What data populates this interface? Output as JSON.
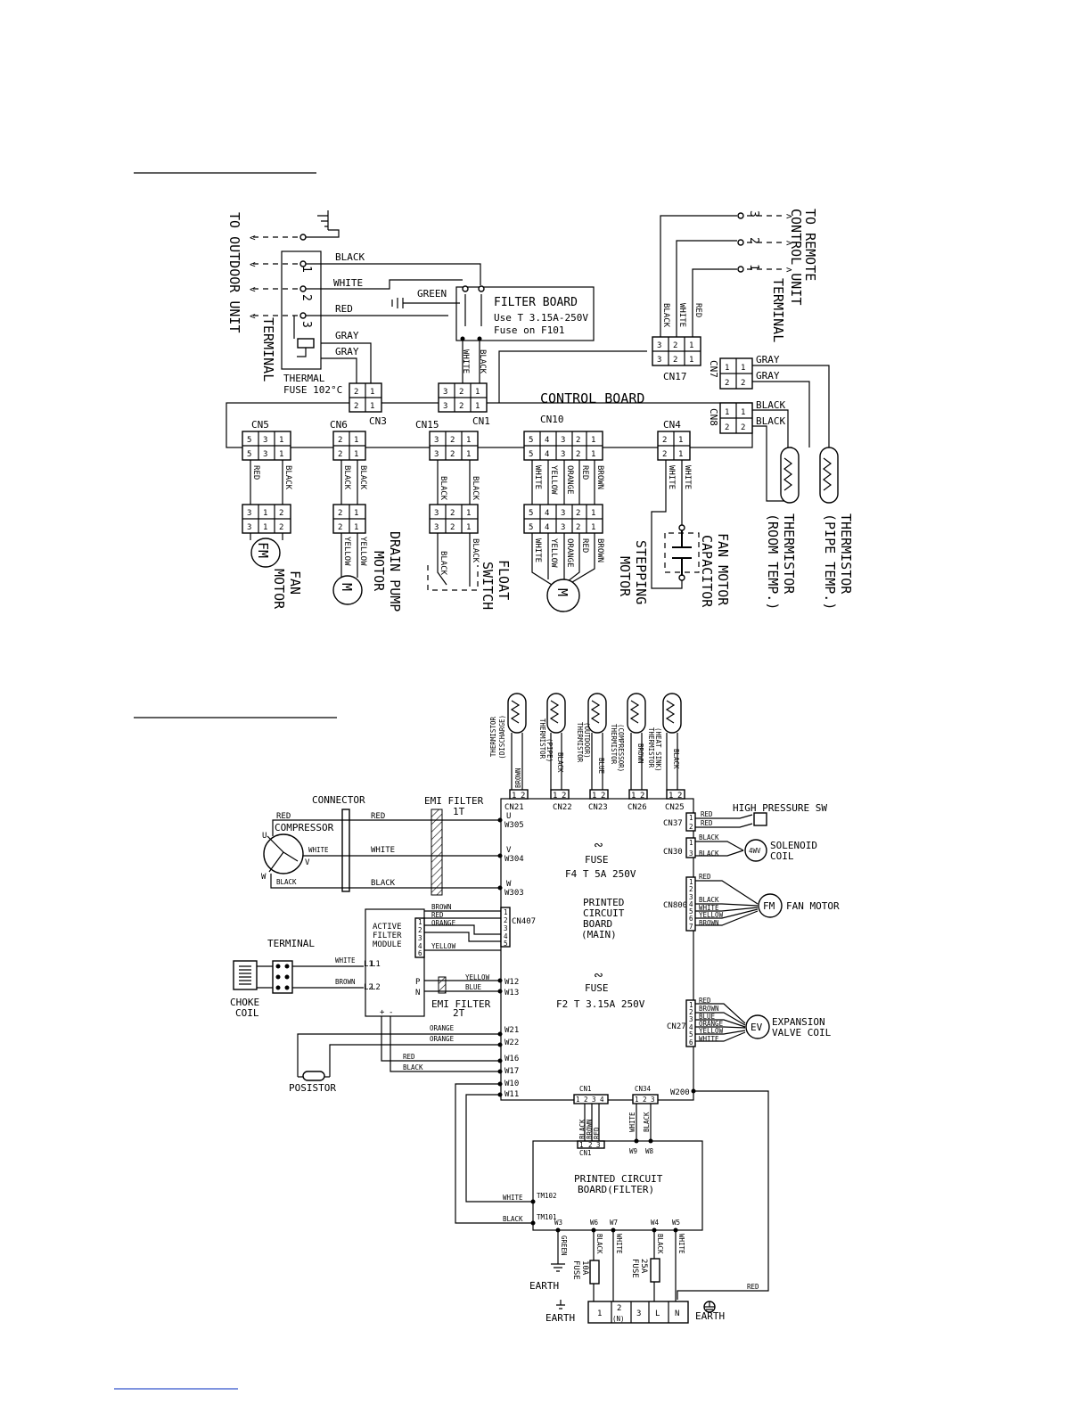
{
  "indoor": {
    "outdoor_terminal": "TO OUTDOOR UNIT",
    "terminal": "TERMINAL",
    "remote_terminal_1": "TO REMOTE",
    "remote_terminal_2": "CONTROL UNIT",
    "remote_terminal_3": "TERMINAL",
    "terminal_nums": [
      "1",
      "2",
      "3"
    ],
    "filter_board": "FILTER BOARD",
    "filter_fuse_1": "Use T 3.15A-250V",
    "filter_fuse_2": "Fuse on F101",
    "thermal_fuse_1": "THERMAL",
    "thermal_fuse_2": "FUSE 102°C",
    "control_board": "CONTROL BOARD",
    "connectors": [
      "CN5",
      "CN6",
      "CN15",
      "CN10",
      "CN4",
      "CN3",
      "CN1",
      "CN17",
      "CN7",
      "CN8"
    ],
    "wires": [
      "BLACK",
      "WHITE",
      "RED",
      "GREEN",
      "GRAY",
      "YELLOW",
      "ORANGE",
      "BROWN"
    ],
    "fan_motor_1": "FAN",
    "fan_motor_2": "MOTOR",
    "drain_pump_1": "DRAIN PUMP",
    "drain_pump_2": "MOTOR",
    "float_switch_1": "FLOAT",
    "float_switch_2": "SWITCH",
    "stepping_1": "STEPPING",
    "stepping_2": "MOTOR",
    "capacitor_1": "FAN MOTOR",
    "capacitor_2": "CAPACITOR",
    "thermistor_room_1": "THERMISTOR",
    "thermistor_room_2": "(ROOM TEMP.)",
    "thermistor_pipe_1": "THERMISTOR",
    "thermistor_pipe_2": "(PIPE TEMP.)",
    "fm": "FM",
    "m": "M"
  },
  "outdoor": {
    "connector": "CONNECTOR",
    "compressor": "COMPRESSOR",
    "emi_filter_1": "EMI FILTER",
    "emi_filter_1_id": "1T",
    "emi_filter_2": "EMI FILTER",
    "emi_filter_2_id": "2T",
    "afm_1": "ACTIVE",
    "afm_2": "FILTER",
    "afm_3": "MODULE",
    "terminal": "TERMINAL",
    "choke_1": "CHOKE",
    "choke_2": "COIL",
    "posistor": "POSISTOR",
    "fuse_main_1": "FUSE",
    "fuse_main_2": "F4 T 5A 250V",
    "fuse_2_1": "FUSE",
    "fuse_2_2": "F2 T 3.15A 250V",
    "pcb_main_1": "PRINTED",
    "pcb_main_2": "CIRCUIT",
    "pcb_main_3": "BOARD",
    "pcb_main_4": "(MAIN)",
    "pcb_filter_1": "PRINTED CIRCUIT",
    "pcb_filter_2": "BOARD(FILTER)",
    "high_pressure": "HIGH PRESSURE SW",
    "solenoid_1": "SOLENOID",
    "solenoid_2": "COIL",
    "fan_motor": "FAN MOTOR",
    "expansion_1": "EXPANSION",
    "expansion_2": "VALVE COIL",
    "earth": "EARTH",
    "fuse_10a_1": "FUSE",
    "fuse_10a_2": "10A",
    "fuse_25a_1": "FUSE",
    "fuse_25a_2": "25A",
    "thermistors": [
      {
        "l1": "THERMISTOR",
        "l2": "(DISCHARGE)",
        "cn": "CN21",
        "wire": "BROWN"
      },
      {
        "l1": "THERMISTOR",
        "l2": "(PIPE)",
        "cn": "CN22",
        "wire": "BLACK"
      },
      {
        "l1": "THERMISTOR",
        "l2": "(OUTDOOR)",
        "cn": "CN23",
        "wire": "BLUE"
      },
      {
        "l1": "THERMISTOR",
        "l2": "(COMPRESSOR)",
        "cn": "CN26",
        "wire": "BROWN"
      },
      {
        "l1": "THERMISTOR",
        "l2": "(HEAT SINK)",
        "cn": "CN25",
        "wire": "BLACK"
      }
    ],
    "terminals_w": [
      "W305",
      "W304",
      "W303",
      "W12",
      "W13",
      "W21",
      "W22",
      "W16",
      "W17",
      "W10",
      "W11",
      "W200"
    ],
    "cn_right": [
      "CN37",
      "CN30",
      "CN800",
      "CN27",
      "CN407",
      "CN1",
      "CN34"
    ],
    "fb_terminals": [
      "TM102",
      "TM101",
      "W3",
      "W6",
      "W7",
      "W4",
      "W5",
      "W9",
      "W8"
    ],
    "tb_labels": [
      "1",
      "2",
      "(N)",
      "3",
      "L",
      "N"
    ],
    "mv4": "4WV",
    "ev": "EV",
    "uvw": [
      "U",
      "V",
      "W"
    ],
    "afm_pins": [
      "L1",
      "L2",
      "P",
      "N",
      "+",
      "-"
    ]
  }
}
